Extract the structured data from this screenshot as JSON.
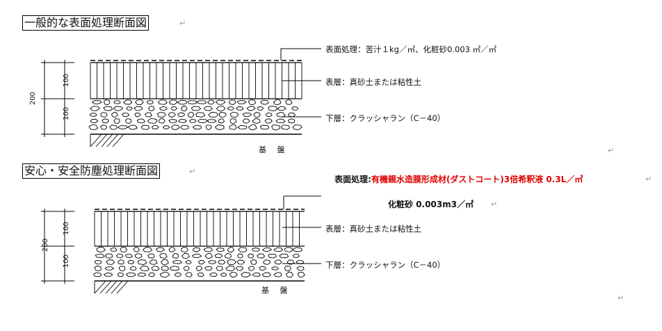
{
  "section1": {
    "title": "一般的な表面処理断面図",
    "surface_label": "表面処理：苦汁１kg／㎡、化粧砂0.003 ㎡／㎡",
    "top_layer_label": "表層：真砂土または粘性土",
    "bottom_layer_label": "下層：クラッシャラン（C－40）",
    "base_label": "基 盤",
    "dim_total": "200",
    "dim_top": "100",
    "dim_bottom": "100"
  },
  "section2": {
    "title": "安心・安全防塵処理断面図",
    "surface_prefix": "表面処理:",
    "surface_label_red": "有機親水造膜形成材(ダストコート)3倍希釈液 0.3L／㎡",
    "surface_line2": "化粧砂 0.003m3／㎡",
    "top_layer_label": "表層：真砂土または粘性土",
    "bottom_layer_label": "下層：クラッシャラン（C－40）",
    "base_label": "基 盤",
    "dim_total": "200",
    "dim_top": "100",
    "dim_bottom": "100"
  },
  "paragraph_mark": "↵"
}
